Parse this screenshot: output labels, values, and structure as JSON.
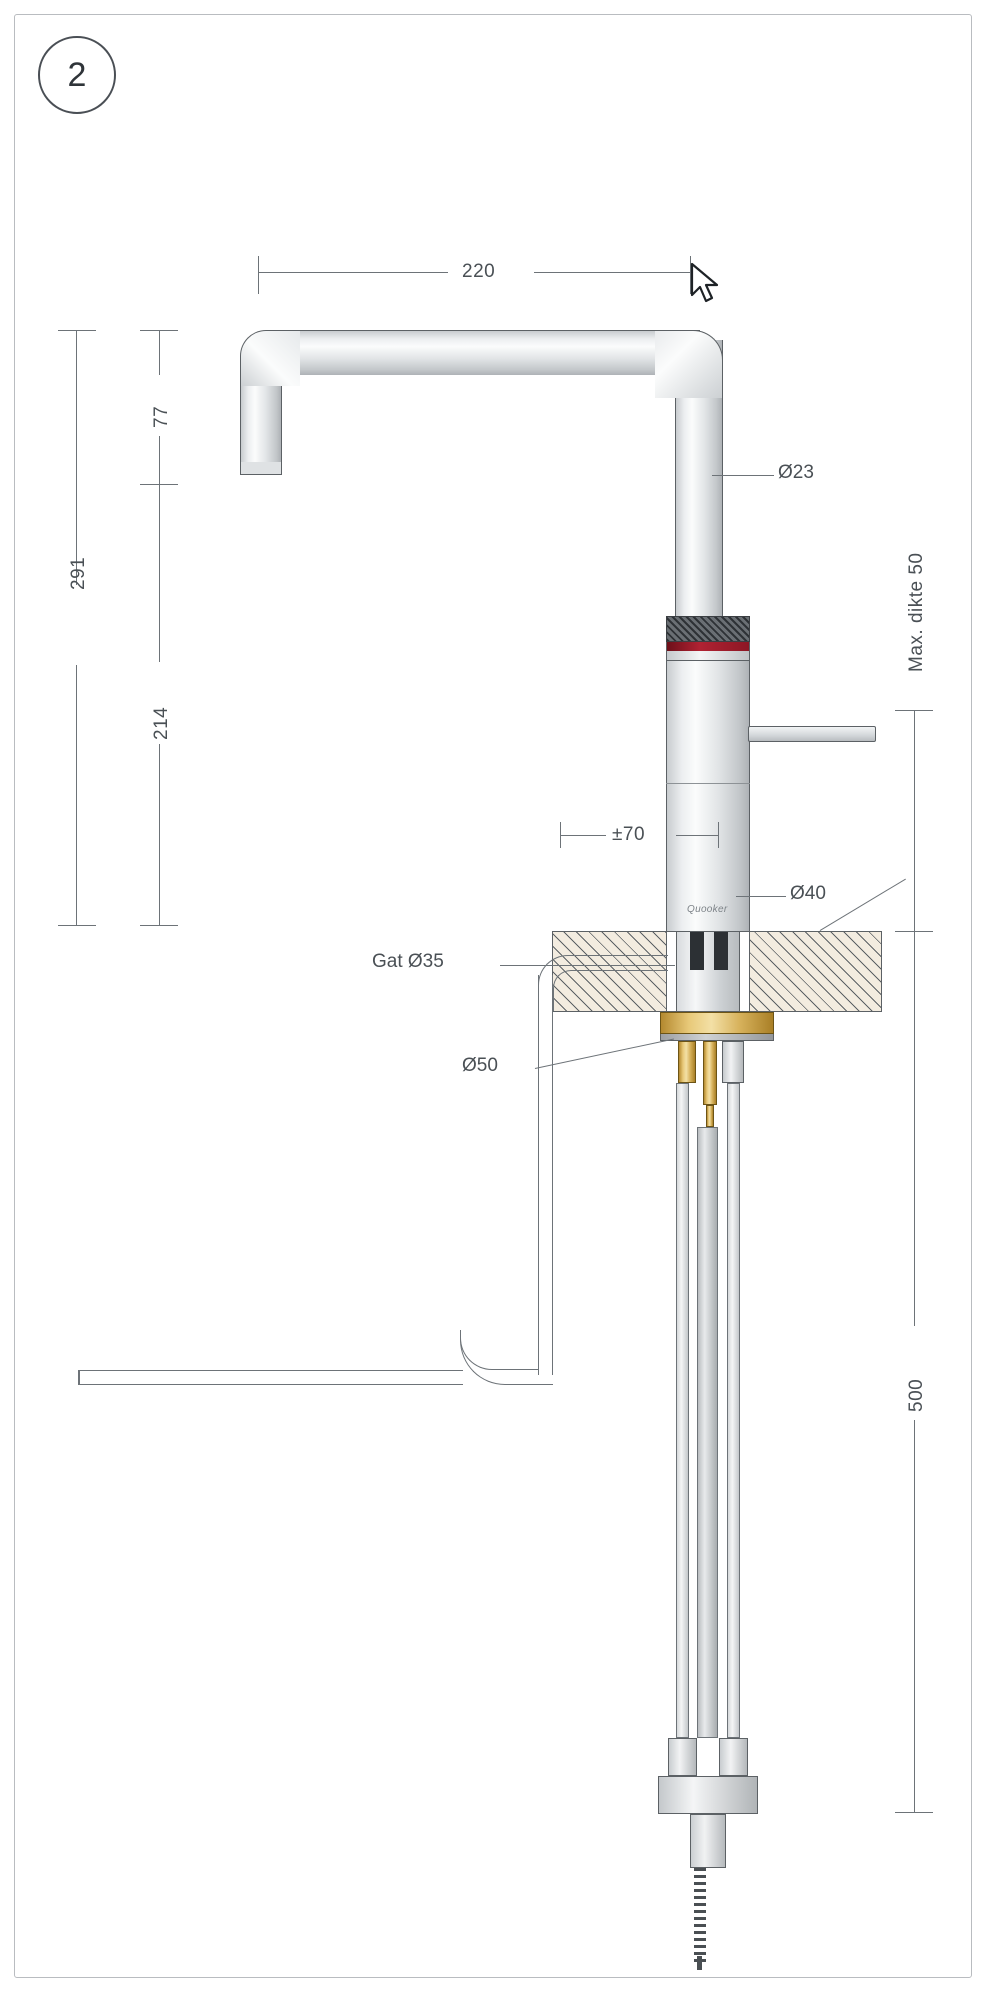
{
  "step": {
    "number": "2"
  },
  "dimensions": {
    "width_220": "220",
    "height_291": "291",
    "height_214": "214",
    "height_77": "77",
    "spout_dia": "Ø23",
    "body_dia": "Ø40",
    "base_dia": "Ø50",
    "hole": "Gat Ø35",
    "reach_70": "±70",
    "max_thickness": "Max. dikte 50",
    "tube_length": "500"
  },
  "brand": {
    "logo_text": "Quooker"
  },
  "colors": {
    "outline": "#5c6165",
    "dimension_line": "#6d7378",
    "text": "#4a5055",
    "frame": "#b9bcc0",
    "brass": "#d7b25c",
    "accent_red": "#9e1b2b",
    "hatch_fill": "#f3ece0"
  },
  "cursor": {
    "name": "mouse-pointer"
  }
}
